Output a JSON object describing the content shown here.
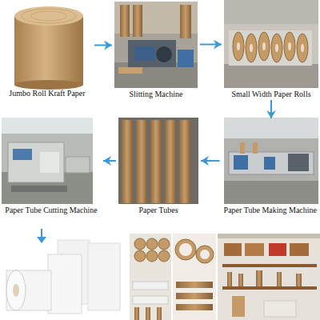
{
  "diagram": {
    "nodes": [
      {
        "text": [
          "Jumbo Roll Kraft Paper"
        ]
      },
      {
        "text": [
          "Slitting Machine"
        ]
      },
      {
        "text": [
          "Small Width Paper Rolls"
        ]
      },
      {
        "text": [
          "Paper Tube Cutting Machine"
        ]
      },
      {
        "text": [
          "Paper Tubes"
        ]
      },
      {
        "text": [
          "Paper Tube Making Machine"
        ]
      }
    ],
    "edges": [
      {
        "from": 0,
        "to": 1,
        "arrow": "to"
      },
      {
        "from": 1,
        "to": 2,
        "arrow": "to"
      },
      {
        "from": 2,
        "to": 5,
        "arrow": "to"
      },
      {
        "from": 5,
        "to": 4,
        "arrow": "to"
      },
      {
        "from": 4,
        "to": 3,
        "arrow": "to"
      }
    ]
  }
}
